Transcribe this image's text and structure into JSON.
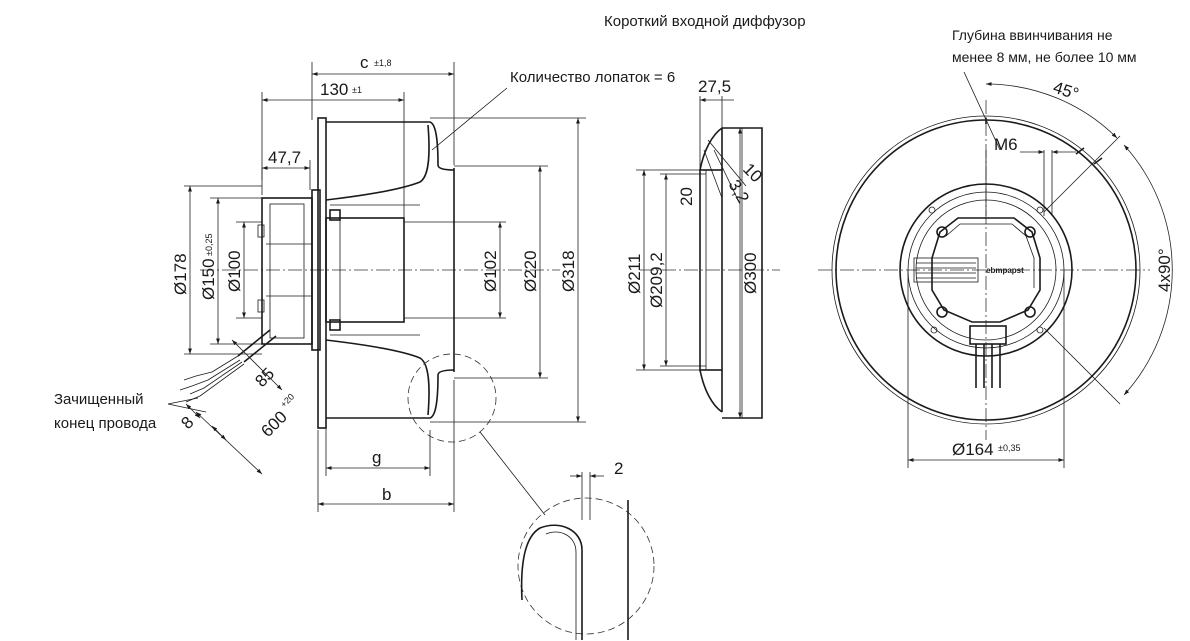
{
  "notes": {
    "short_inlet_diffuser": "Короткий входной диффузор",
    "screw_depth_line1": "Глубина ввинчивания не",
    "screw_depth_line2": "менее 8 мм, не более 10 мм",
    "blade_count": "Количество лопаток = 6",
    "stripped_wire_line1": "Зачищенный",
    "stripped_wire_line2": "конец провода"
  },
  "side_view": {
    "dim_c": "c",
    "dim_c_tol": "±1,8",
    "dim_130": "130",
    "dim_130_tol": "±1",
    "dim_47_7": "47,7",
    "dim_178": "Ø178",
    "dim_150": "Ø150",
    "dim_150_tol": "±0,25",
    "dim_100": "Ø100",
    "dim_102": "Ø102",
    "dim_220": "Ø220",
    "dim_318": "Ø318",
    "dim_85": "85",
    "dim_600": "600",
    "dim_600_tol": "+20",
    "dim_8": "8",
    "dim_g": "g",
    "dim_b": "b"
  },
  "diffuser_view": {
    "dim_27_5": "27,5",
    "dim_10": "10",
    "dim_20": "20",
    "dim_3_2": "3,2",
    "dim_211": "Ø211",
    "dim_209_2": "Ø209,2",
    "dim_300": "Ø300",
    "dim_2": "2"
  },
  "front_view": {
    "dim_m6": "M6",
    "dim_45": "45°",
    "dim_4x90": "4x90°",
    "dim_164": "Ø164",
    "dim_164_tol": "±0,35",
    "logo": "ebmpapst"
  }
}
